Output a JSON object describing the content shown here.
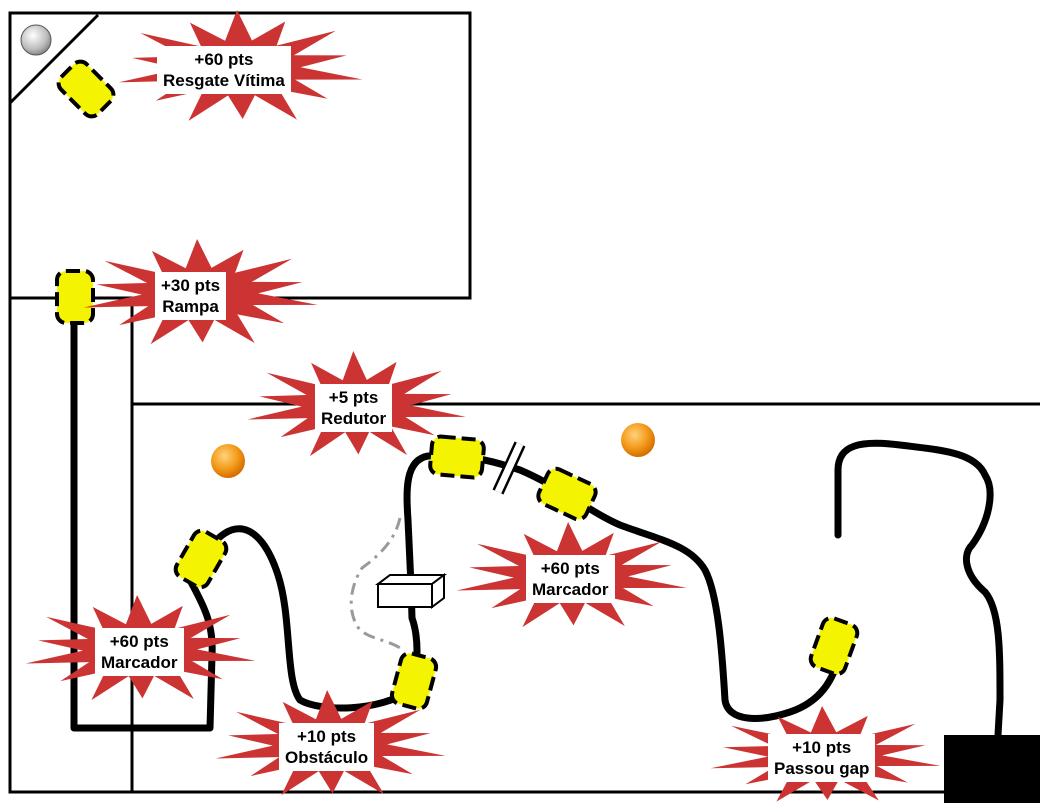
{
  "labels": {
    "victim": {
      "points": "+60 pts",
      "name": "Resgate Vítima"
    },
    "ramp": {
      "points": "+30 pts",
      "name": "Rampa"
    },
    "bump": {
      "points": "+5 pts",
      "name": "Redutor"
    },
    "marker_mid": {
      "points": "+60 pts",
      "name": "Marcador"
    },
    "marker_left": {
      "points": "+60 pts",
      "name": "Marcador"
    },
    "obstacle": {
      "points": "+10 pts",
      "name": "Obstáculo"
    },
    "gap": {
      "points": "+10 pts",
      "name": "Passou gap"
    }
  },
  "colors": {
    "robot_fill": "#f4f400",
    "burst": "#cc3333",
    "ball": "#f39a1a",
    "line": "#000000"
  }
}
